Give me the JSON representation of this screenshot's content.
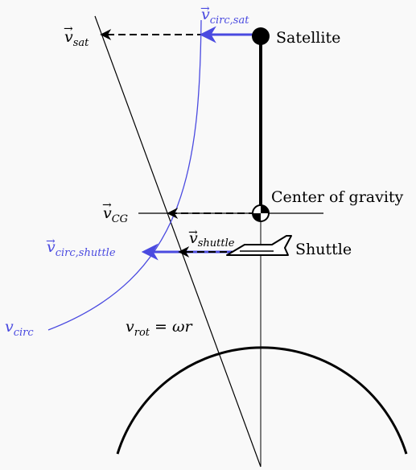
{
  "labels": {
    "satellite": "Satellite",
    "center_of_gravity": "Center of gravity",
    "shuttle": "Shuttle",
    "v_sat": {
      "base": "v",
      "sub": "sat"
    },
    "v_circ_sat": {
      "base": "v",
      "sub": "circ,sat"
    },
    "v_cg": {
      "base": "v",
      "sub": "CG"
    },
    "v_shuttle": {
      "base": "v",
      "sub": "shuttle"
    },
    "v_circ_shuttle": {
      "base": "v",
      "sub": "circ,shuttle"
    },
    "v_circ": {
      "base": "v",
      "sub": "circ"
    },
    "v_rot": {
      "lhs": "v",
      "sub": "rot",
      "rhs": " = ωr"
    },
    "vector_arrow": "→"
  },
  "colors": {
    "black": "#000000",
    "blue": "#4a4ae0",
    "background": "#f9f9f9"
  }
}
